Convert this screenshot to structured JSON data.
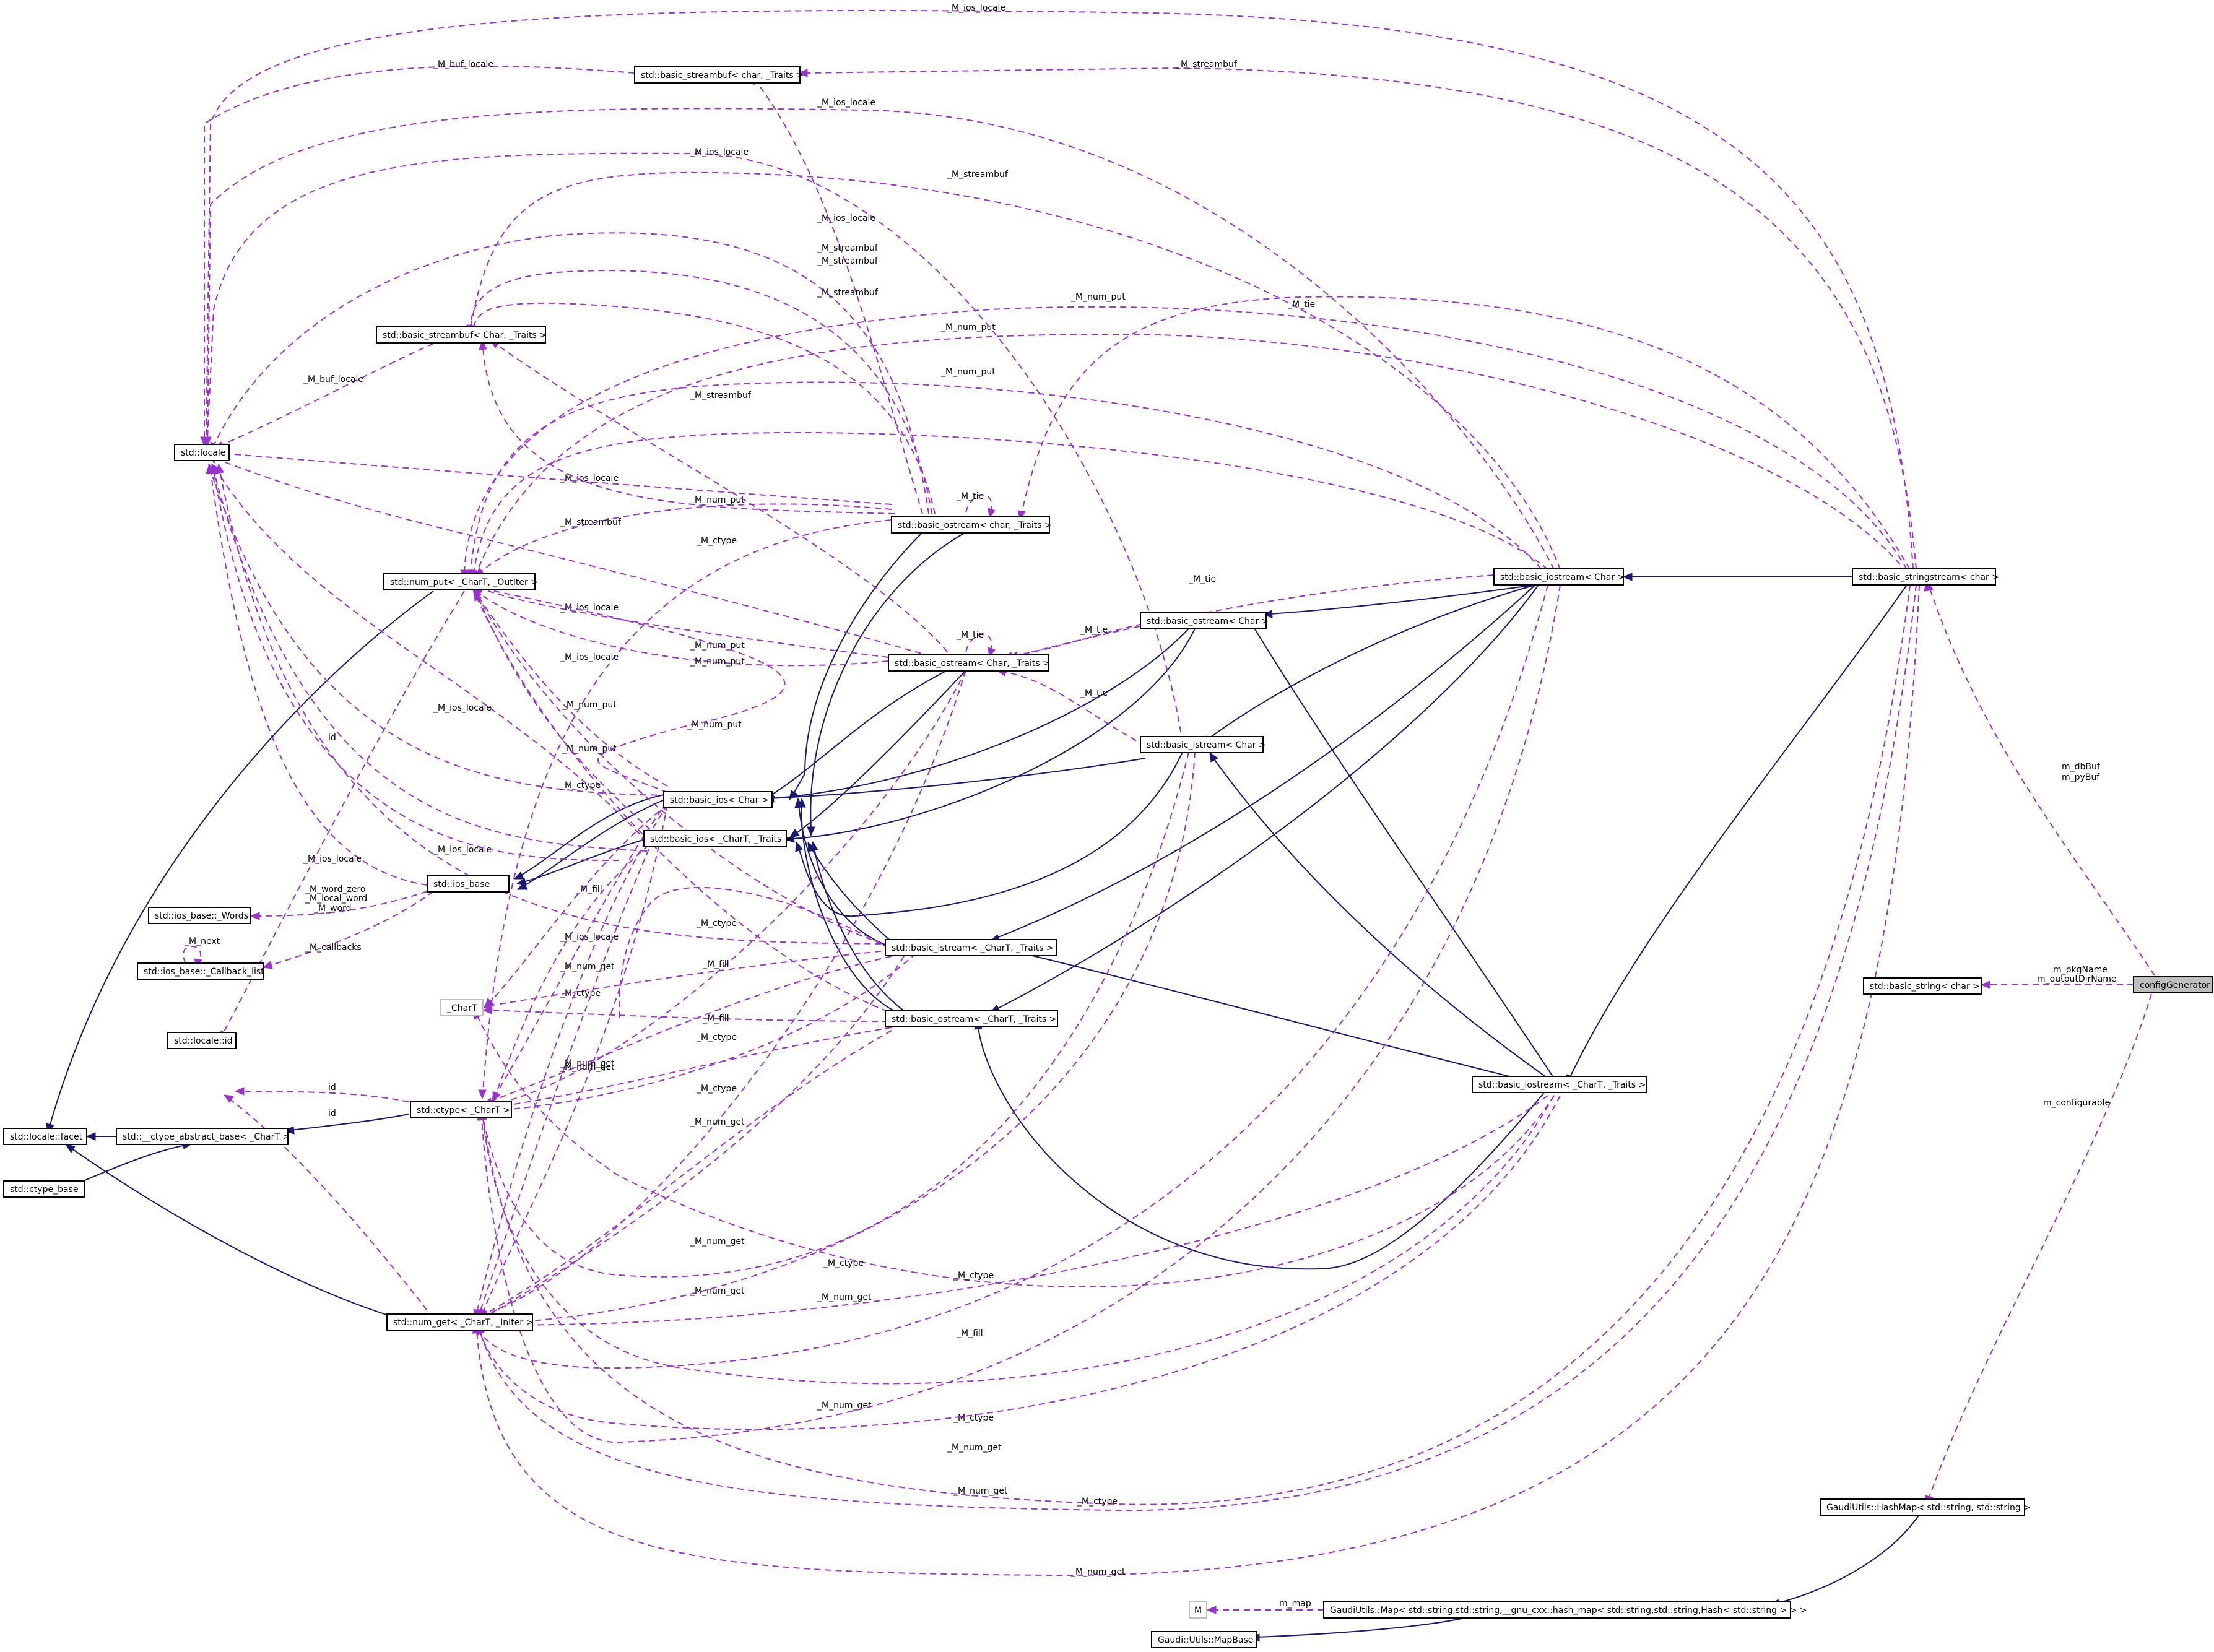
{
  "colors": {
    "inheritance": "#191970",
    "usage": "#9a32cd",
    "highlight_fill": "#bfbfbf"
  },
  "nodes": {
    "configGenerator": "configGenerator",
    "basic_string_char": "std::basic_string< char >",
    "basic_stringstream_char": "std::basic_stringstream< char >",
    "hashmap": "GaudiUtils::HashMap< std::string, std::string >",
    "gaudi_map": "GaudiUtils::Map< std::string,std::string,__gnu_cxx::hash_map< std::string,std::string,Hash< std::string > > >",
    "map_base": "Gaudi::Utils::MapBase",
    "M": "M",
    "basic_iostream_char": "std::basic_iostream< Char >",
    "basic_iostream_T": "std::basic_iostream< _CharT, _Traits >",
    "basic_ostream_Char": "std::basic_ostream< Char >",
    "basic_istream_Char": "std::basic_istream< Char >",
    "basic_ostream_char_traits": "std::basic_ostream< char, _Traits >",
    "basic_ostream_Char_traits": "std::basic_ostream< Char, _Traits >",
    "basic_istream_T": "std::basic_istream< _CharT, _Traits >",
    "basic_ostream_T": "std::basic_ostream< _CharT, _Traits >",
    "basic_ios_Char": "std::basic_ios< Char >",
    "basic_ios_T": "std::basic_ios< _CharT, _Traits >",
    "ios_base": "std::ios_base",
    "ios_base_words": "std::ios_base::_Words",
    "ios_base_callback": "std::ios_base::_Callback_list",
    "CharT": "_CharT",
    "locale_id": "std::locale::id",
    "ctype_T": "std::ctype< _CharT >",
    "ctype_abstract": "std::__ctype_abstract_base< _CharT >",
    "locale_facet": "std::locale::facet",
    "ctype_base": "std::ctype_base",
    "num_get": "std::num_get< _CharT, _InIter >",
    "num_put": "std::num_put< _CharT, _OutIter >",
    "locale": "std::locale",
    "streambuf_T": "std::basic_streambuf< Char, _Traits >",
    "streambuf_char": "std::basic_streambuf< char, _Traits >"
  },
  "labels": {
    "m_dbBuf_pyBuf": [
      "m_dbBuf",
      "m_pyBuf"
    ],
    "m_pkgName_outputDirName": [
      "m_pkgName",
      "m_outputDirName"
    ],
    "m_configurable": "m_configurable",
    "m_map": "m_map",
    "M_ios_locale": "_M_ios_locale",
    "M_streambuf": "_M_streambuf",
    "M_buf_locale": "_M_buf_locale",
    "M_num_put": "_M_num_put",
    "M_num_get": "_M_num_get",
    "M_ctype": "_M_ctype",
    "M_tie": "_M_tie",
    "M_fill": "_M_fill",
    "id": "id",
    "M_next": "_M_next",
    "M_callbacks": "_M_callbacks",
    "M_words": [
      "_M_word_zero",
      "_M_local_word",
      "_M_word"
    ]
  }
}
